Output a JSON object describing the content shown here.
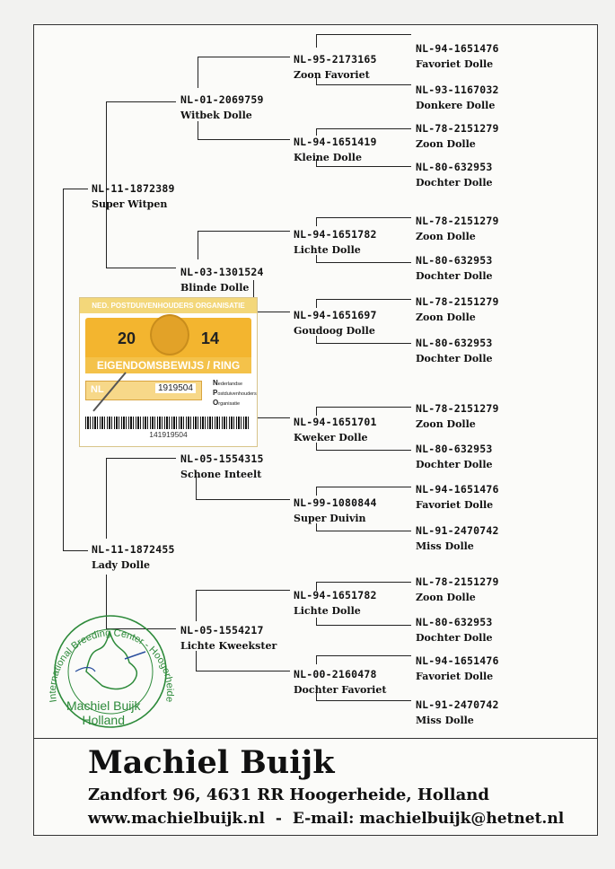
{
  "pedigree": {
    "b1": {
      "ring": "NL-11-1872389",
      "name": "Super Witpen"
    },
    "b2": {
      "ring": "NL-11-1872455",
      "name": "Lady Dolle"
    },
    "s1": {
      "ring": "NL-01-2069759",
      "name": "Witbek Dolle"
    },
    "s2": {
      "ring": "NL-03-1301524",
      "name": "Blinde Dolle"
    },
    "s3": {
      "ring": "NL-05-1554315",
      "name": "Schone Inteelt"
    },
    "s4": {
      "ring": "NL-05-1554217",
      "name": "Lichte Kweekster"
    },
    "t1": {
      "ring": "NL-95-2173165",
      "name": "Zoon Favoriet"
    },
    "t2": {
      "ring": "NL-94-1651419",
      "name": "Kleine Dolle"
    },
    "t3": {
      "ring": "NL-94-1651782",
      "name": "Lichte Dolle"
    },
    "t4": {
      "ring": "NL-94-1651697",
      "name": "Goudoog Dolle"
    },
    "t5": {
      "ring": "NL-94-1651701",
      "name": "Kweker Dolle"
    },
    "t6": {
      "ring": "NL-99-1080844",
      "name": "Super Duivin"
    },
    "t7": {
      "ring": "NL-94-1651782",
      "name": "Lichte Dolle"
    },
    "t8": {
      "ring": "NL-00-2160478",
      "name": "Dochter Favoriet"
    },
    "l1": {
      "ring": "NL-94-1651476",
      "name": "Favoriet Dolle"
    },
    "l2": {
      "ring": "NL-93-1167032",
      "name": "Donkere Dolle"
    },
    "l3": {
      "ring": "NL-78-2151279",
      "name": "Zoon Dolle"
    },
    "l4": {
      "ring": "NL-80-632953",
      "name": "Dochter Dolle"
    },
    "l5": {
      "ring": "NL-78-2151279",
      "name": "Zoon Dolle"
    },
    "l6": {
      "ring": "NL-80-632953",
      "name": "Dochter Dolle"
    },
    "l7": {
      "ring": "NL-78-2151279",
      "name": "Zoon Dolle"
    },
    "l8": {
      "ring": "NL-80-632953",
      "name": "Dochter Dolle"
    },
    "l9": {
      "ring": "NL-78-2151279",
      "name": "Zoon Dolle"
    },
    "l10": {
      "ring": "NL-80-632953",
      "name": "Dochter Dolle"
    },
    "l11": {
      "ring": "NL-94-1651476",
      "name": "Favoriet Dolle"
    },
    "l12": {
      "ring": "NL-91-2470742",
      "name": "Miss Dolle"
    },
    "l13": {
      "ring": "NL-78-2151279",
      "name": "Zoon Dolle"
    },
    "l14": {
      "ring": "NL-80-632953",
      "name": "Dochter Dolle"
    },
    "l15": {
      "ring": "NL-94-1651476",
      "name": "Favoriet Dolle"
    },
    "l16": {
      "ring": "NL-91-2470742",
      "name": "Miss Dolle"
    }
  },
  "card": {
    "org": "NED. POSTDUIVENHOUDERS ORGANISATIE",
    "year_left": "20",
    "year_right": "14",
    "title": "EIGENDOMSBEWIJS / RING",
    "country": "NL",
    "number": "1919504",
    "npo_n": "N",
    "npo_n_text": "ederlandse",
    "npo_p": "P",
    "npo_p_text": "ostduivenhouders",
    "npo_o": "O",
    "npo_o_text": "rganisatie",
    "barcode_number": "141919504"
  },
  "stamp": {
    "ring_text": "International Breeding Center - Hoogerheide - Holland",
    "name": "Machiel Buijk",
    "country": "Holland"
  },
  "owner": {
    "name": "Machiel Buijk",
    "address": "Zandfort 96, 4631 RR Hoogerheide, Holland",
    "website": "www.machielbuijk.nl",
    "separator": "-",
    "email_label": "E-mail:",
    "email": "machielbuijk@hetnet.nl"
  },
  "colors": {
    "card_orange": "#f3b52f",
    "stamp_green": "#2d8a3a",
    "stamp_blue": "#2a4f9e"
  }
}
